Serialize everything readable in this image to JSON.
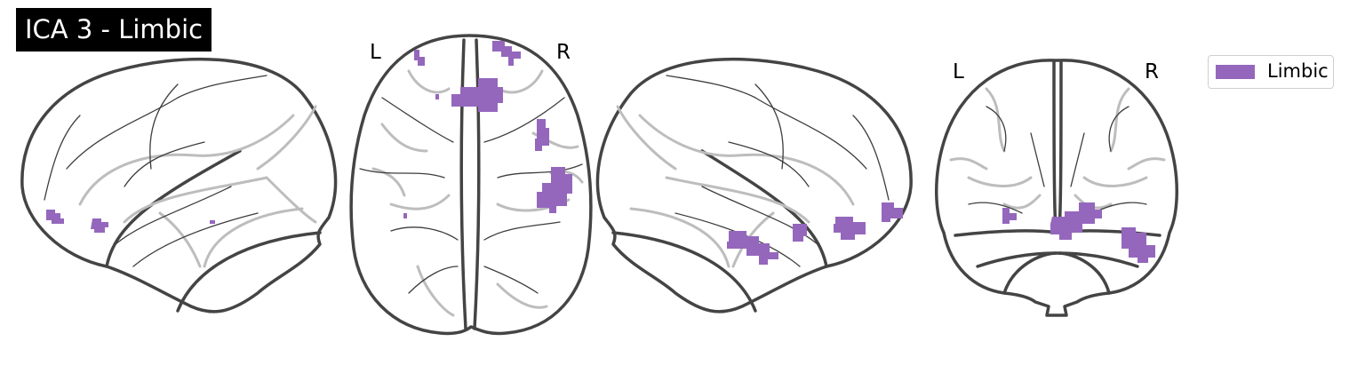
{
  "title": "ICA 3 - Limbic",
  "legend": {
    "label": "Limbic",
    "color": "#9467bd"
  },
  "views": {
    "sagittal_left": {
      "labels": []
    },
    "axial": {
      "left_label": "L",
      "right_label": "R"
    },
    "sagittal_right": {
      "labels": []
    },
    "coronal": {
      "left_label": "L",
      "right_label": "R"
    }
  },
  "colors": {
    "outline": "#444444",
    "background": "#ffffff",
    "sulcus": "#bdbdbd",
    "blob": "#9467bd"
  }
}
